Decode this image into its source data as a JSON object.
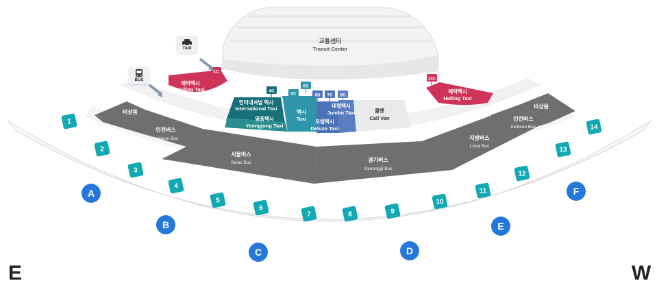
{
  "transit_center": {
    "ko": "교통센터",
    "en": "Transit Center"
  },
  "icons": {
    "bus": "bus-icon",
    "taxi": "taxi-icon"
  },
  "icon_labels": {
    "bus": "BUS",
    "taxi": "TAXI"
  },
  "compass": {
    "left": "E",
    "right": "W"
  },
  "zones": {
    "emergency_left": {
      "ko": "비상용"
    },
    "emergency_right": {
      "ko": "비상용"
    },
    "incheon_left": {
      "ko": "인천버스",
      "en": "Incheon Bus"
    },
    "incheon_right": {
      "ko": "인천버스",
      "en": "Incheon Bus"
    },
    "seoul": {
      "ko": "서울버스",
      "en": "Seoul Bus"
    },
    "gyeonggi": {
      "ko": "경기버스",
      "en": "Gyeonggi Bus"
    },
    "local": {
      "ko": "지방버스",
      "en": "Local Bus"
    },
    "call_van": {
      "ko": "콜밴",
      "en": "Call Van"
    },
    "hailing_left": {
      "ko": "예약택시",
      "en": "Hailing Taxi"
    },
    "hailing_right": {
      "ko": "예약택시",
      "en": "Hailing Taxi"
    },
    "international": {
      "ko": "인터내셔널 택시",
      "en": "International Taxi"
    },
    "yeongjong": {
      "ko": "영종택시",
      "en": "Yeongjong Taxi"
    },
    "taxi": {
      "ko": "택시",
      "en": "Taxi"
    },
    "deluxe": {
      "ko": "모범택시",
      "en": "Deluxe Taxi"
    },
    "jumbo": {
      "ko": "대형택시",
      "en": "Jumbo Taxi"
    }
  },
  "gate_tags": [
    "1C",
    "4C",
    "5C",
    "6C",
    "6D",
    "7C",
    "8C",
    "14C"
  ],
  "platforms": [
    "1",
    "2",
    "3",
    "4",
    "5",
    "6",
    "7",
    "8",
    "9",
    "10",
    "11",
    "12",
    "13",
    "14"
  ],
  "gates": [
    "A",
    "B",
    "C",
    "D",
    "E",
    "F"
  ],
  "colors": {
    "teal": "#13a9b3",
    "blue": "#2577d9",
    "gray": "#6f6f6f",
    "hailing": "#cf3358",
    "intl": "#176f78",
    "taxi": "#2f96a9",
    "deluxe": "#4a73b8",
    "jumbo": "#5b7ec0"
  }
}
